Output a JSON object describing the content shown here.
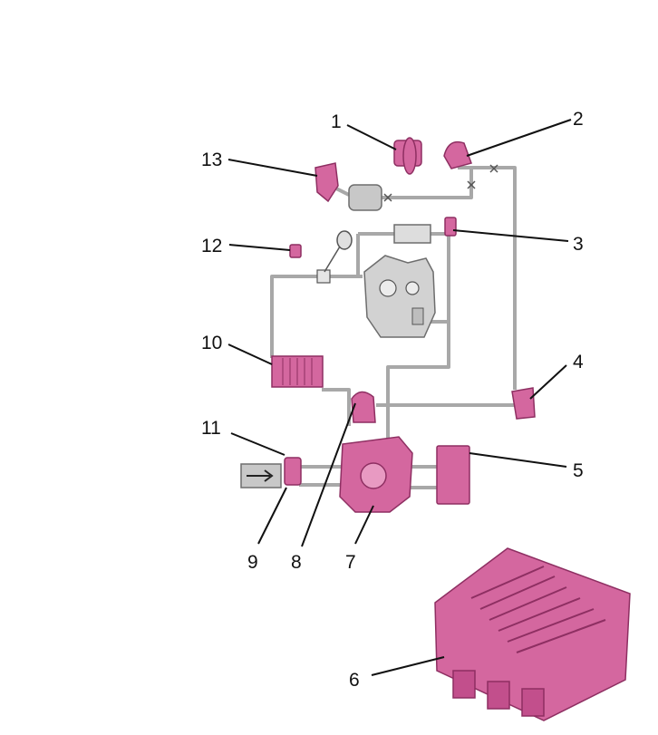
{
  "callouts": [
    {
      "id": "c1",
      "label": "1"
    },
    {
      "id": "c2",
      "label": "2"
    },
    {
      "id": "c3",
      "label": "3"
    },
    {
      "id": "c4",
      "label": "4"
    },
    {
      "id": "c5",
      "label": "5"
    },
    {
      "id": "c6",
      "label": "6"
    },
    {
      "id": "c7",
      "label": "7"
    },
    {
      "id": "c8",
      "label": "8"
    },
    {
      "id": "c9",
      "label": "9"
    },
    {
      "id": "c10",
      "label": "10"
    },
    {
      "id": "c11",
      "label": "11"
    },
    {
      "id": "c12",
      "label": "12"
    },
    {
      "id": "c13",
      "label": "13"
    }
  ],
  "colors": {
    "component": "#d4679f",
    "component_dark": "#8e2f62",
    "pipe": "#a8a8a8",
    "grey_part": "#c8c8c8",
    "grey_dark": "#6d6d6d",
    "leader": "#111111"
  }
}
